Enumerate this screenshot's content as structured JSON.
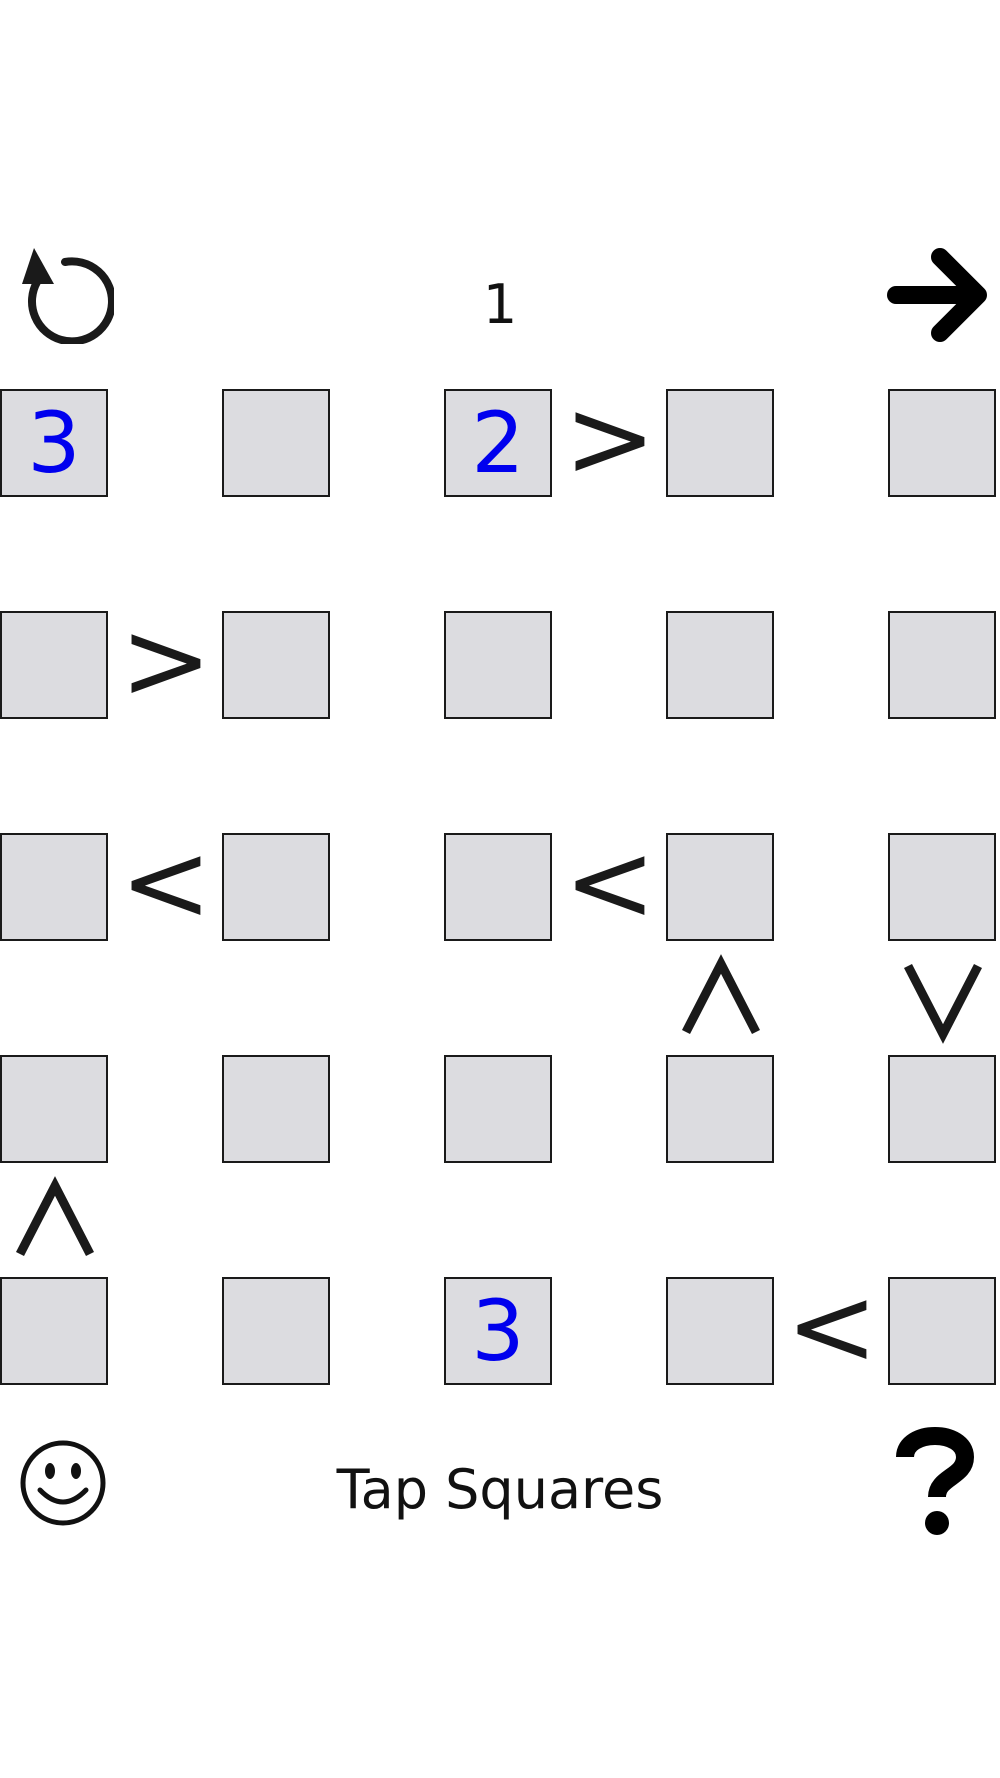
{
  "header": {
    "level": "1",
    "restart_icon": "restart-icon",
    "next_icon": "arrow-right-icon"
  },
  "grid": {
    "rows": 5,
    "cols": 5,
    "givens": [
      {
        "row": 0,
        "col": 0,
        "value": "3"
      },
      {
        "row": 0,
        "col": 2,
        "value": "2"
      },
      {
        "row": 4,
        "col": 2,
        "value": "3"
      }
    ],
    "horizontal_signs": [
      {
        "row": 0,
        "after_col": 2,
        "sign": ">"
      },
      {
        "row": 1,
        "after_col": 0,
        "sign": ">"
      },
      {
        "row": 2,
        "after_col": 0,
        "sign": "<"
      },
      {
        "row": 2,
        "after_col": 2,
        "sign": "<"
      },
      {
        "row": 4,
        "after_col": 3,
        "sign": "<"
      }
    ],
    "vertical_signs": [
      {
        "after_row": 2,
        "col": 3,
        "sign": "up"
      },
      {
        "after_row": 2,
        "col": 4,
        "sign": "down"
      },
      {
        "after_row": 3,
        "col": 0,
        "sign": "up"
      }
    ]
  },
  "footer": {
    "instruction": "Tap Squares",
    "smiley_icon": "smiley-icon",
    "help_icon": "help-icon"
  },
  "colors": {
    "cell_fill": "#dcdce0",
    "given_digit": "#0000ee",
    "ink": "#1a1a1a"
  }
}
